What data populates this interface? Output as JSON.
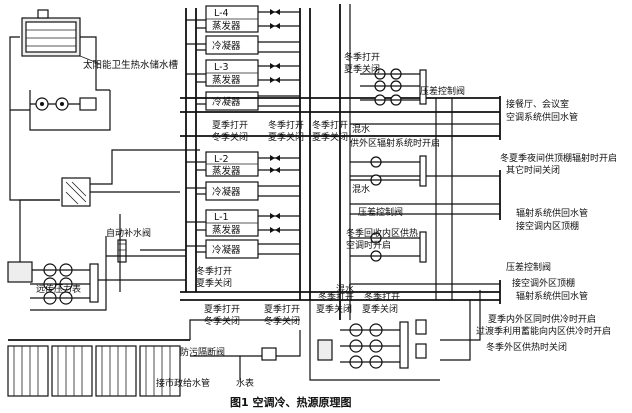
{
  "caption": "图1   空调冷、热源原理图",
  "units": [
    {
      "id": "L-4",
      "evap": "蒸发器",
      "cond": "冷凝器"
    },
    {
      "id": "L-3",
      "evap": "蒸发器",
      "cond": "冷凝器"
    },
    {
      "id": "L-2",
      "evap": "蒸发器",
      "cond": "冷凝器"
    },
    {
      "id": "L-1",
      "evap": "蒸发器",
      "cond": "冷凝器"
    }
  ],
  "labels": {
    "solar_tank": "太阳能卫生热水储水槽",
    "mix_water_1": "混水",
    "mix_water_2": "混水",
    "mix_water_3": "混水",
    "radiant_open": "供外区辐射系统时开启",
    "return_open": "冬季回收内区供热",
    "return_open_2": "空调时开启",
    "auto_refill": "自动补水阀",
    "pressure_sensor": "远传压力表",
    "backflow": "防污隔断阀",
    "city_water": "接市政给水管",
    "water_meter": "水表",
    "diff_valve_1": "压差控制阀",
    "diff_valve_2": "压差控制阀",
    "diff_valve_3": "压差控制阀",
    "to_restaurant_1": "接餐厅、会议室",
    "to_restaurant_2": "空调系统供回水管",
    "winter_summer_1": "冬夏季夜间供顶棚辐射时开启",
    "winter_summer_2": "其它时间关闭",
    "radiant_return_1": "辐射系统供回水管",
    "radiant_return_2": "接空调内区顶棚",
    "outer_ceiling_1": "接空调外区顶棚",
    "outer_ceiling_2": "辐射系统供回水管",
    "summer_outer_1": "夏季内外区同时供冷时开启",
    "summer_outer_2": "过渡季利用蓄能向内区供冷时开启",
    "winter_outer": "冬季外区供热时关闭"
  },
  "season_labels": [
    {
      "a": "冬季打开",
      "b": "夏季关闭"
    },
    {
      "a": "夏季打开",
      "b": "冬季关闭"
    },
    {
      "a": "冬季打开",
      "b": "夏季关闭"
    },
    {
      "a": "冬季打开",
      "b": "夏季关闭"
    },
    {
      "a": "冬季打开",
      "b": "夏季关闭"
    },
    {
      "a": "夏季打开",
      "b": "冬季关闭"
    },
    {
      "a": "冬季打开",
      "b": "夏季关闭"
    },
    {
      "a": "夏季打开",
      "b": "冬季关闭"
    },
    {
      "a": "冬季打开",
      "b": "夏季关闭"
    }
  ]
}
